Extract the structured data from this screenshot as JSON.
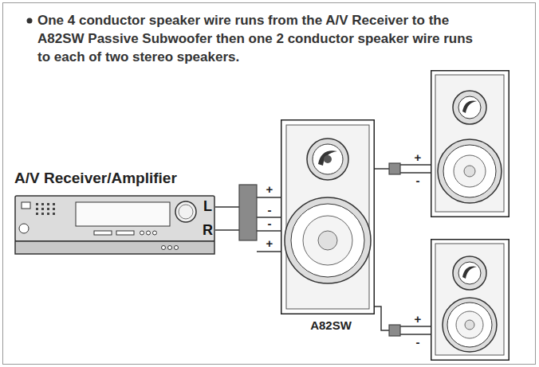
{
  "diagram": {
    "nodes": [
      {
        "text": [
          "A/V Receiver/Amplifier"
        ]
      },
      {
        "text": [
          "A82SW"
        ]
      }
    ],
    "edges": [
      {
        "from": 0,
        "to": 1,
        "arrow": "none"
      }
    ],
    "labels": [
      "One 4 conductor speaker wire runs from the A/V Receiver to the A82SW Passive Subwoofer then one 2 conductor speaker wire runs to each of two stereo speakers.",
      "L",
      "R",
      "+",
      "-",
      "-",
      "+",
      "+",
      "-",
      "+",
      "-"
    ]
  }
}
